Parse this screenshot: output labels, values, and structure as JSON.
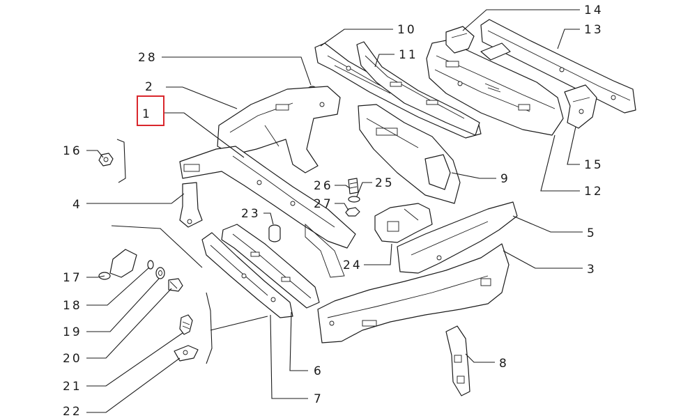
{
  "diagram": {
    "highlight_color": "#d9262c",
    "line_color": "#1a1a1a",
    "background": "#ffffff",
    "highlighted_part": "1",
    "callouts": [
      "1",
      "2",
      "3",
      "4",
      "5",
      "6",
      "7",
      "8",
      "9",
      "10",
      "11",
      "12",
      "13",
      "14",
      "15",
      "16",
      "17",
      "18",
      "19",
      "20",
      "21",
      "22",
      "23",
      "24",
      "25",
      "26",
      "27",
      "28"
    ]
  }
}
